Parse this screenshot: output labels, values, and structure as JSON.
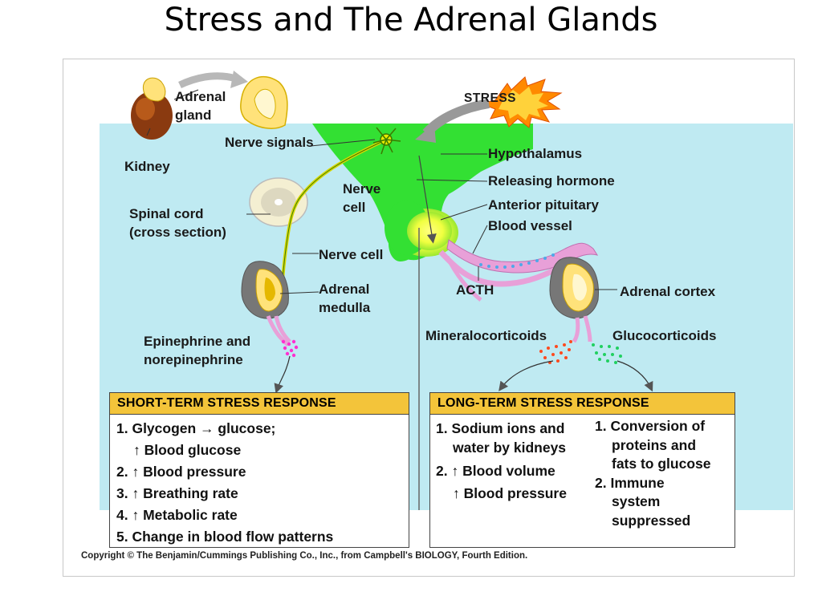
{
  "slide": {
    "title": "Stress and The Adrenal Glands"
  },
  "labels": {
    "adrenal_gland": "Adrenal\ngland",
    "kidney": "Kidney",
    "nerve_signals": "Nerve signals",
    "stress": "Stress",
    "hypothalamus": "Hypothalamus",
    "releasing_hormone": "Releasing hormone",
    "anterior_pituitary": "Anterior pituitary",
    "blood_vessel": "Blood vessel",
    "nerve_cell_top": "Nerve\ncell",
    "spinal_cord": "Spinal cord\n(cross section)",
    "nerve_cell": "Nerve cell",
    "adrenal_medulla": "Adrenal\nmedulla",
    "acth": "ACTH",
    "adrenal_cortex": "Adrenal cortex",
    "epinephrine": "Epinephrine and\nnorepinephrine",
    "mineralocorticoids": "Mineralocorticoids",
    "glucocorticoids": "Glucocorticoids"
  },
  "short_term": {
    "title": "Short-term stress response",
    "items": [
      "1. Glycogen → glucose;",
      "↑ Blood glucose",
      "2. ↑ Blood pressure",
      "3. ↑ Breathing rate",
      "4. ↑ Metabolic rate",
      "5. Change in blood flow patterns"
    ]
  },
  "long_term": {
    "title": "Long-term stress response",
    "left_items": [
      "1. Sodium ions and",
      "water by kidneys",
      "2. ↑ Blood volume",
      "↑ Blood pressure"
    ],
    "right_items": [
      "1. Conversion of",
      "proteins and",
      "fats to glucose",
      "2. Immune",
      "system",
      "suppressed"
    ]
  },
  "copyright": "Copyright © The Benjamin/Cummings Publishing Co., Inc., from Campbell's BIOLOGY, Fourth Edition.",
  "colors": {
    "background_panel": "#bfeaf2",
    "hypothalamus": "#33e033",
    "adrenal_gland": "#ffe27a",
    "kidney": "#8a3a10",
    "stress_burst": "#ff8a00",
    "box_header": "#f3c43a",
    "blood_vessel": "#e8a0d8"
  }
}
